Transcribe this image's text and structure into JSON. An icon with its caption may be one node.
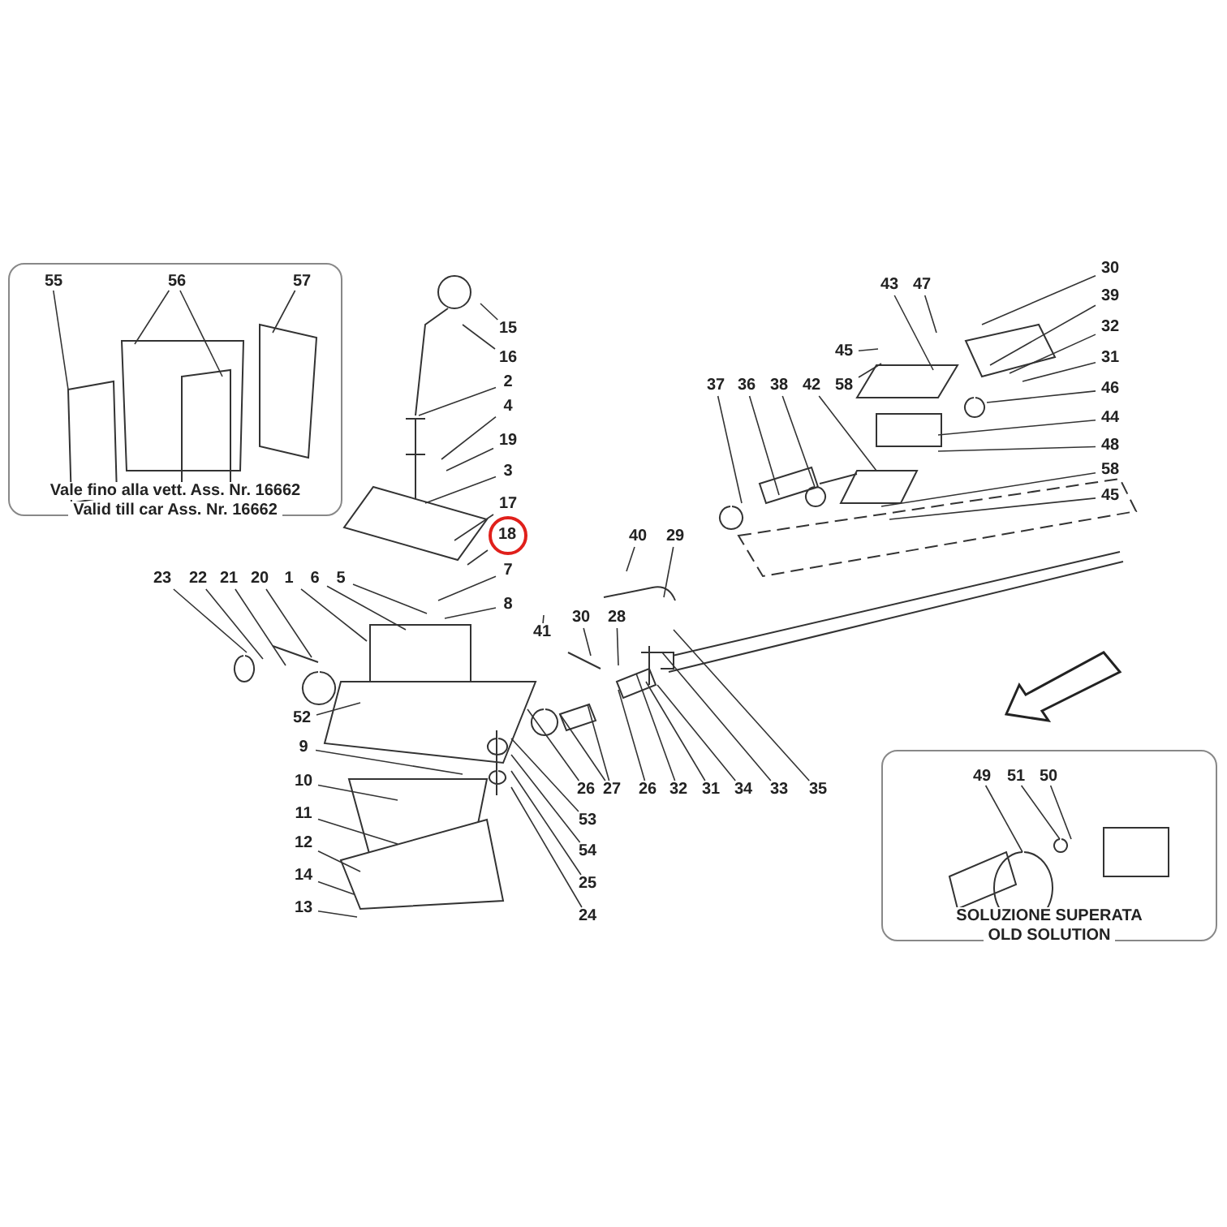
{
  "diagram": {
    "nodes": [
      {
        "text": [
          "Vale fino alla vett. Ass. Nr. 16662",
          "Valid till car Ass. Nr. 16662"
        ]
      },
      {
        "text": [
          "55"
        ],
        "in": 0
      },
      {
        "text": [
          "56"
        ],
        "in": 0
      },
      {
        "text": [
          "57"
        ],
        "in": 0
      },
      {
        "text": [
          "15"
        ]
      },
      {
        "text": [
          "16"
        ]
      },
      {
        "text": [
          "2"
        ]
      },
      {
        "text": [
          "4"
        ]
      },
      {
        "text": [
          "19"
        ]
      },
      {
        "text": [
          "3"
        ]
      },
      {
        "text": [
          "17"
        ]
      },
      {
        "text": [
          "18"
        ]
      },
      {
        "text": [
          "7"
        ]
      },
      {
        "text": [
          "8"
        ]
      },
      {
        "text": [
          "23"
        ]
      },
      {
        "text": [
          "22"
        ]
      },
      {
        "text": [
          "21"
        ]
      },
      {
        "text": [
          "20"
        ]
      },
      {
        "text": [
          "1"
        ]
      },
      {
        "text": [
          "6"
        ]
      },
      {
        "text": [
          "5"
        ]
      },
      {
        "text": [
          "52"
        ]
      },
      {
        "text": [
          "9"
        ]
      },
      {
        "text": [
          "10"
        ]
      },
      {
        "text": [
          "11"
        ]
      },
      {
        "text": [
          "12"
        ]
      },
      {
        "text": [
          "14"
        ]
      },
      {
        "text": [
          "13"
        ]
      },
      {
        "text": [
          "40"
        ]
      },
      {
        "text": [
          "29"
        ]
      },
      {
        "text": [
          "41"
        ]
      },
      {
        "text": [
          "30"
        ]
      },
      {
        "text": [
          "28"
        ]
      },
      {
        "text": [
          "26"
        ]
      },
      {
        "text": [
          "27"
        ]
      },
      {
        "text": [
          "26"
        ]
      },
      {
        "text": [
          "32"
        ]
      },
      {
        "text": [
          "31"
        ]
      },
      {
        "text": [
          "34"
        ]
      },
      {
        "text": [
          "33"
        ]
      },
      {
        "text": [
          "35"
        ]
      },
      {
        "text": [
          "53"
        ]
      },
      {
        "text": [
          "54"
        ]
      },
      {
        "text": [
          "25"
        ]
      },
      {
        "text": [
          "24"
        ]
      },
      {
        "text": [
          "37"
        ]
      },
      {
        "text": [
          "36"
        ]
      },
      {
        "text": [
          "38"
        ]
      },
      {
        "text": [
          "42"
        ]
      },
      {
        "text": [
          "58"
        ]
      },
      {
        "text": [
          "45"
        ]
      },
      {
        "text": [
          "43"
        ]
      },
      {
        "text": [
          "47"
        ]
      },
      {
        "text": [
          "30"
        ]
      },
      {
        "text": [
          "39"
        ]
      },
      {
        "text": [
          "32"
        ]
      },
      {
        "text": [
          "31"
        ]
      },
      {
        "text": [
          "46"
        ]
      },
      {
        "text": [
          "44"
        ]
      },
      {
        "text": [
          "48"
        ]
      },
      {
        "text": [
          "58"
        ]
      },
      {
        "text": [
          "45"
        ]
      },
      {
        "text": [
          "SOLUZIONE SUPERATA",
          "OLD SOLUTION"
        ]
      },
      {
        "text": [
          "49"
        ],
        "in": 62
      },
      {
        "text": [
          "51"
        ],
        "in": 62
      },
      {
        "text": [
          "50"
        ],
        "in": 62
      }
    ],
    "edges": [
      {
        "from": 1,
        "to": null,
        "arrow": "none"
      },
      {
        "from": 2,
        "to": null,
        "arrow": "none"
      },
      {
        "from": 2,
        "to": null,
        "arrow": "none"
      },
      {
        "from": 3,
        "to": null,
        "arrow": "none"
      },
      {
        "from": 4,
        "to": null,
        "arrow": "none"
      },
      {
        "from": 5,
        "to": null,
        "arrow": "none"
      },
      {
        "from": 6,
        "to": null,
        "arrow": "none"
      },
      {
        "from": 7,
        "to": null,
        "arrow": "none"
      },
      {
        "from": 8,
        "to": null,
        "arrow": "none"
      },
      {
        "from": 9,
        "to": null,
        "arrow": "none"
      },
      {
        "from": 10,
        "to": null,
        "arrow": "none"
      },
      {
        "from": 11,
        "to": null,
        "arrow": "none"
      },
      {
        "from": 12,
        "to": null,
        "arrow": "none"
      },
      {
        "from": 13,
        "to": null,
        "arrow": "none"
      },
      {
        "from": 14,
        "to": null,
        "arrow": "none"
      },
      {
        "from": 15,
        "to": null,
        "arrow": "none"
      },
      {
        "from": 16,
        "to": null,
        "arrow": "none"
      },
      {
        "from": 17,
        "to": null,
        "arrow": "none"
      },
      {
        "from": 18,
        "to": null,
        "arrow": "none"
      },
      {
        "from": 19,
        "to": null,
        "arrow": "none"
      },
      {
        "from": 20,
        "to": null,
        "arrow": "none"
      },
      {
        "from": 21,
        "to": null,
        "arrow": "none"
      },
      {
        "from": 22,
        "to": null,
        "arrow": "none"
      },
      {
        "from": 23,
        "to": null,
        "arrow": "none"
      },
      {
        "from": 24,
        "to": null,
        "arrow": "none"
      },
      {
        "from": 25,
        "to": null,
        "arrow": "none"
      },
      {
        "from": 26,
        "to": null,
        "arrow": "none"
      },
      {
        "from": 27,
        "to": null,
        "arrow": "none"
      },
      {
        "from": 28,
        "to": null,
        "arrow": "none"
      },
      {
        "from": 29,
        "to": null,
        "arrow": "none"
      },
      {
        "from": 30,
        "to": null,
        "arrow": "none"
      },
      {
        "from": 31,
        "to": null,
        "arrow": "none"
      },
      {
        "from": 32,
        "to": null,
        "arrow": "none"
      },
      {
        "from": 33,
        "to": null,
        "arrow": "none"
      },
      {
        "from": 34,
        "to": null,
        "arrow": "none"
      },
      {
        "from": 34,
        "to": null,
        "arrow": "none"
      },
      {
        "from": 35,
        "to": null,
        "arrow": "none"
      },
      {
        "from": 36,
        "to": null,
        "arrow": "none"
      },
      {
        "from": 37,
        "to": null,
        "arrow": "none"
      },
      {
        "from": 38,
        "to": null,
        "arrow": "none"
      },
      {
        "from": 39,
        "to": null,
        "arrow": "none"
      },
      {
        "from": 40,
        "to": null,
        "arrow": "none"
      },
      {
        "from": 41,
        "to": null,
        "arrow": "none"
      },
      {
        "from": 42,
        "to": null,
        "arrow": "none"
      },
      {
        "from": 43,
        "to": null,
        "arrow": "none"
      },
      {
        "from": 44,
        "to": null,
        "arrow": "none"
      },
      {
        "from": 45,
        "to": null,
        "arrow": "none"
      },
      {
        "from": 46,
        "to": null,
        "arrow": "none"
      },
      {
        "from": 47,
        "to": null,
        "arrow": "none"
      },
      {
        "from": 48,
        "to": null,
        "arrow": "none"
      },
      {
        "from": 49,
        "to": null,
        "arrow": "none"
      },
      {
        "from": 50,
        "to": null,
        "arrow": "none"
      },
      {
        "from": 51,
        "to": null,
        "arrow": "none"
      },
      {
        "from": 52,
        "to": null,
        "arrow": "none"
      },
      {
        "from": 53,
        "to": null,
        "arrow": "none"
      },
      {
        "from": 54,
        "to": null,
        "arrow": "none"
      },
      {
        "from": 55,
        "to": null,
        "arrow": "none"
      },
      {
        "from": 56,
        "to": null,
        "arrow": "none"
      },
      {
        "from": 57,
        "to": null,
        "arrow": "none"
      },
      {
        "from": 58,
        "to": null,
        "arrow": "none"
      },
      {
        "from": 59,
        "to": null,
        "arrow": "none"
      },
      {
        "from": 60,
        "to": null,
        "arrow": "none"
      },
      {
        "from": 61,
        "to": null,
        "arrow": "none"
      },
      {
        "from": 63,
        "to": null,
        "arrow": "none"
      },
      {
        "from": 64,
        "to": null,
        "arrow": "none"
      },
      {
        "from": 65,
        "to": null,
        "arrow": "none"
      }
    ]
  }
}
